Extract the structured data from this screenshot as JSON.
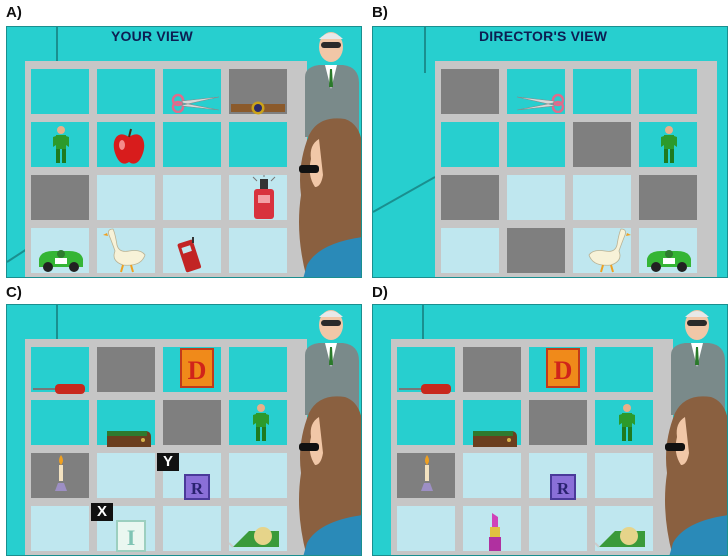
{
  "panels": {
    "a": {
      "label": "A)",
      "title": "YOUR VIEW"
    },
    "b": {
      "label": "B)",
      "title": "DIRECTOR'S VIEW"
    },
    "c": {
      "label": "C)",
      "title": ""
    },
    "d": {
      "label": "D)",
      "title": ""
    }
  },
  "markers": {
    "x": "X",
    "y": "Y"
  },
  "block_letters": {
    "d": "D",
    "r": "R",
    "i": "I"
  },
  "colors": {
    "wall": "#27cfcf",
    "shelf": "#c6c6c6",
    "closed_cell": "#7f7f7f",
    "back_open": "#bfe7ef"
  }
}
